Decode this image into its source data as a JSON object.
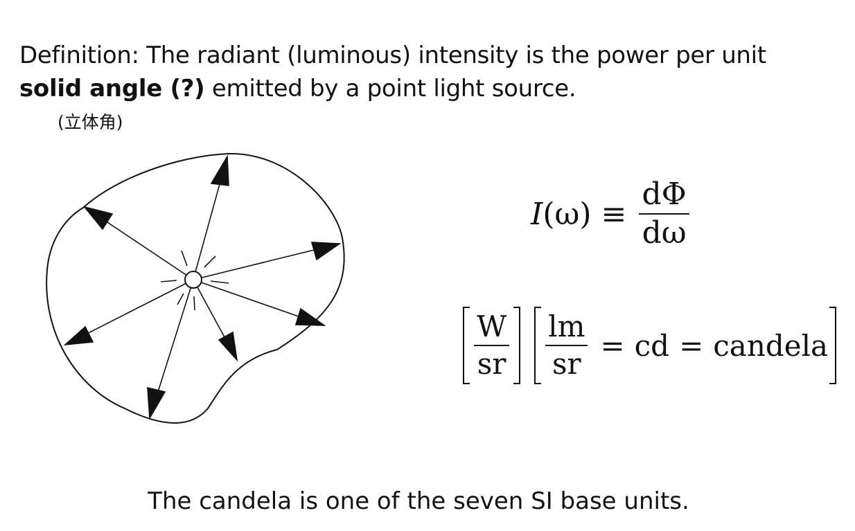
{
  "definition": {
    "line1": "Definition: The radiant (luminous) intensity is the power per unit",
    "bold": "solid angle (?)",
    "rest": " emitted by a point light source."
  },
  "chinese_note": "(立体角)",
  "equation1": {
    "lhs_symbol": "I",
    "lhs_arg": "(ω)",
    "relation": "≡",
    "numerator": "dΦ",
    "denominator": "dω"
  },
  "equation2": {
    "unit1_numerator": "W",
    "unit1_denominator": "sr",
    "unit2_numerator": "lm",
    "unit2_denominator": "sr",
    "equals1": "=",
    "abbrev": "cd",
    "equals2": "=",
    "name": "candela"
  },
  "footer": "The candela is one of the seven SI base units."
}
